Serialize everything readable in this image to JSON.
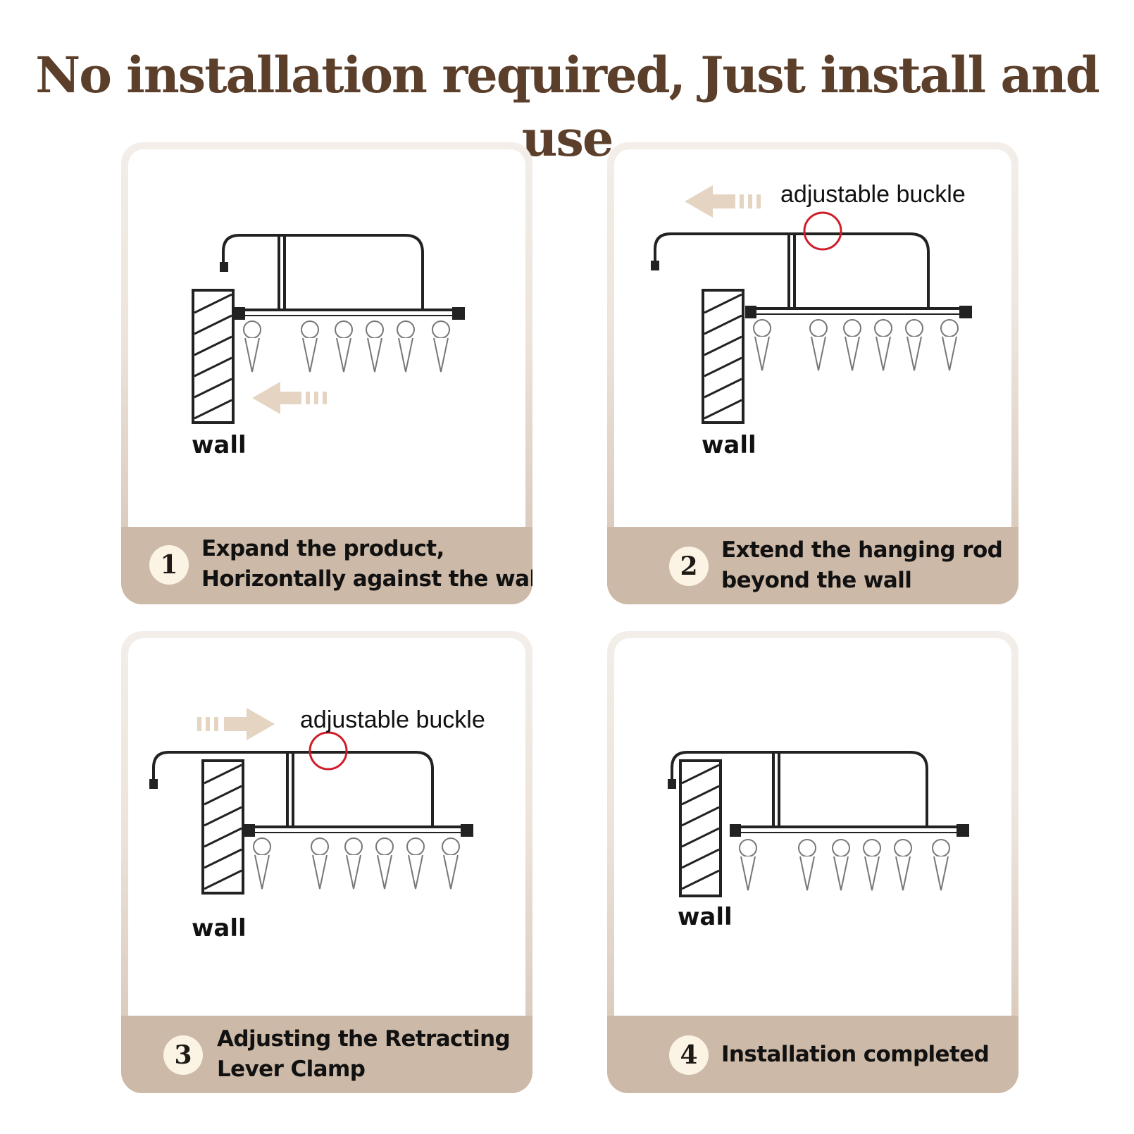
{
  "title": "No installation required, Just install and use",
  "colors": {
    "title": "#5b3f2a",
    "card_footer": "#cdb9a8",
    "highlight_circle": "#d01c2a",
    "arrow": "#e5d4c2"
  },
  "steps": [
    {
      "number": "1",
      "line1": "Expand the product,",
      "line2": "Horizontally against the wall",
      "wall_label": "wall",
      "callout": "",
      "arrow": "left"
    },
    {
      "number": "2",
      "line1": "Extend the hanging rod",
      "line2": "beyond the wall",
      "wall_label": "wall",
      "callout": "adjustable buckle",
      "arrow": "left"
    },
    {
      "number": "3",
      "line1": "Adjusting the Retracting",
      "line2": "Lever Clamp",
      "wall_label": "wall",
      "callout": "adjustable buckle",
      "arrow": "right"
    },
    {
      "number": "4",
      "line1": "Installation completed",
      "line2": "",
      "wall_label": "wall",
      "callout": "",
      "arrow": "none"
    }
  ]
}
